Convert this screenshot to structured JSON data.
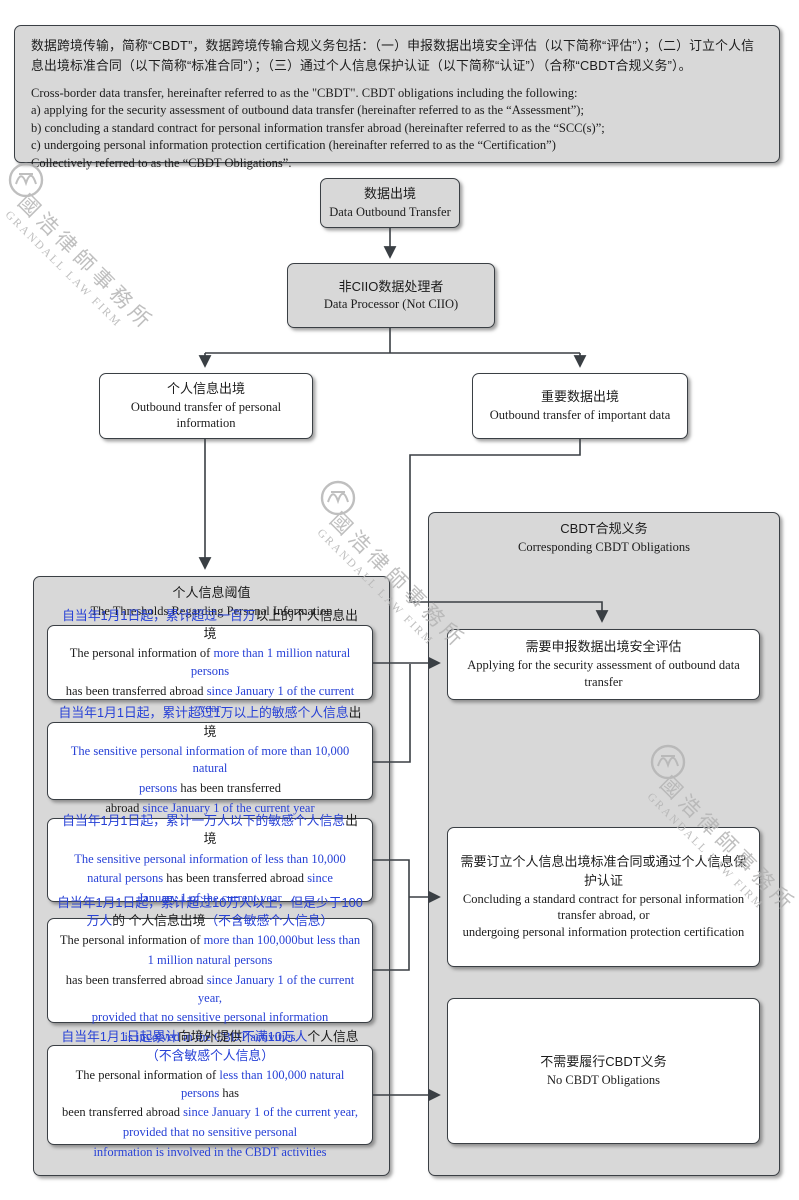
{
  "watermark": {
    "cn": "國浩律師事務所",
    "en": "GRANDALL LAW FIRM"
  },
  "intro": {
    "cn": "数据跨境传输，简称“CBDT”，数据跨境传输合规义务包括：（一）申报数据出境安全评估（以下简称“评估”）；（二）订立个人信息出境标准合同（以下简称“标准合同”）；（三）通过个人信息保护认证（以下简称“认证”）（合称“CBDT合规义务”）。",
    "en_lines": [
      "Cross-border data transfer, hereinafter referred to as the \"CBDT\". CBDT obligations including the following:",
      "a) applying for the security assessment of outbound data transfer (hereinafter referred to as the “Assessment”);",
      "b) concluding a standard contract for personal information transfer abroad (hereinafter referred to as the “SCC(s)”;",
      "c) undergoing personal information protection certification (hereinafter referred to as the “Certification”)",
      "Collectively referred to as the “CBDT Obligations”."
    ]
  },
  "nodes": {
    "data_outbound": {
      "cn": "数据出境",
      "en": "Data Outbound Transfer"
    },
    "processor": {
      "cn": "非CIIO数据处理者",
      "en": "Data Processor (Not CIIO)"
    },
    "personal_info": {
      "cn": "个人信息出境",
      "en": "Outbound transfer of personal information"
    },
    "important_data": {
      "cn": "重要数据出境",
      "en": "Outbound transfer of important data"
    }
  },
  "containers": {
    "thresholds": {
      "cn": "个人信息阈值",
      "en": "The Thresholds Regarding Personal Information"
    },
    "obligations": {
      "cn": "CBDT合规义务",
      "en": "Corresponding CBDT Obligations"
    }
  },
  "thresholds": [
    {
      "lines": [
        {
          "c": "cn",
          "s": [
            [
              "自当年1月1日起，累计超过一百万",
              1
            ],
            [
              "以上的个人信息出境",
              0
            ]
          ]
        },
        {
          "c": "en",
          "s": [
            [
              "The personal information of ",
              0
            ],
            [
              "more than 1 million  natural persons",
              1
            ]
          ]
        },
        {
          "c": "en",
          "s": [
            [
              "has been transferred abroad  ",
              0
            ],
            [
              "since  January 1 of the current year",
              1
            ]
          ]
        }
      ]
    },
    {
      "lines": [
        {
          "c": "cn",
          "s": [
            [
              "自当年1月1日起，累计超过1万以上的敏感个人信息",
              1
            ],
            [
              "出境",
              0
            ]
          ]
        },
        {
          "c": "en",
          "s": [
            [
              "The sensitive personal information of more than 10,000 natural",
              1
            ]
          ]
        },
        {
          "c": "en",
          "s": [
            [
              "persons",
              1
            ],
            [
              " has been transferred",
              0
            ]
          ]
        },
        {
          "c": "en",
          "s": [
            [
              "abroad ",
              0
            ],
            [
              "since January 1 of the current year",
              1
            ]
          ]
        }
      ]
    },
    {
      "lines": [
        {
          "c": "cn",
          "s": [
            [
              "自当年1月1日起，累计一万人以下的敏感个人信息",
              1
            ],
            [
              "出境",
              0
            ]
          ]
        },
        {
          "c": "en",
          "s": [
            [
              "The sensitive personal information of less than 10,000",
              1
            ]
          ]
        },
        {
          "c": "en",
          "s": [
            [
              "natural persons",
              1
            ],
            [
              " has been transferred abroad ",
              0
            ],
            [
              "since",
              1
            ]
          ]
        },
        {
          "c": "en",
          "s": [
            [
              "January 1 of the current year",
              1
            ]
          ]
        }
      ]
    },
    {
      "lines": [
        {
          "c": "cn",
          "s": [
            [
              "自当年1月1日起，累计超过10万人以上，但是少于100万人",
              1
            ],
            [
              "的 个人信息出境",
              0
            ],
            [
              "（不含敏感个人信息）",
              1
            ]
          ]
        },
        {
          "c": "en",
          "s": [
            [
              "The personal information of ",
              0
            ],
            [
              "more than 100,000but  less than",
              1
            ]
          ]
        },
        {
          "c": "en",
          "s": [
            [
              "1 million  natural persons",
              1
            ]
          ]
        },
        {
          "c": "en",
          "s": [
            [
              "has been transferred abroad ",
              0
            ],
            [
              "since January 1 of the current year,",
              1
            ]
          ]
        },
        {
          "c": "en",
          "s": [
            [
              "provided that no sensitive personal information",
              1
            ]
          ]
        },
        {
          "c": "en",
          "s": [
            [
              "is involved in the CBDT activities",
              1
            ]
          ]
        }
      ]
    },
    {
      "lines": [
        {
          "c": "cn",
          "s": [
            [
              "自当年1月1日起累计",
              1
            ],
            [
              "向境外提供",
              0
            ],
            [
              "不满10万人",
              1
            ],
            [
              "个人信息",
              0
            ],
            [
              "（不含敏感个人信息）",
              1
            ]
          ]
        },
        {
          "c": "en",
          "s": [
            [
              "The personal information of ",
              0
            ],
            [
              "less than 100,000 natural persons",
              1
            ],
            [
              " has",
              0
            ]
          ]
        },
        {
          "c": "en",
          "s": [
            [
              "been transferred abroad ",
              0
            ],
            [
              "since January 1 of the current year,",
              1
            ]
          ]
        },
        {
          "c": "en",
          "s": [
            [
              "provided that no sensitive personal",
              1
            ]
          ]
        },
        {
          "c": "en",
          "s": [
            [
              "information is involved in the CBDT activities",
              1
            ]
          ]
        }
      ]
    }
  ],
  "obligations": [
    {
      "cn": "需要申报数据出境安全评估",
      "en_lines": [
        "Applying for the security assessment of outbound data transfer"
      ]
    },
    {
      "cn": "需要订立个人信息出境标准合同或通过个人信息保护认证",
      "en_lines": [
        "Concluding a standard contract for personal information transfer abroad, or",
        "undergoing personal information protection certification"
      ]
    },
    {
      "cn": "不需要履行CBDT义务",
      "en_lines": [
        "No CBDT Obligations"
      ]
    }
  ],
  "colors": {
    "accent_blue": "#2741d6",
    "box_gray": "#d8d8d8",
    "border": "#3a3f44",
    "watermark": "#b4b4b4"
  }
}
